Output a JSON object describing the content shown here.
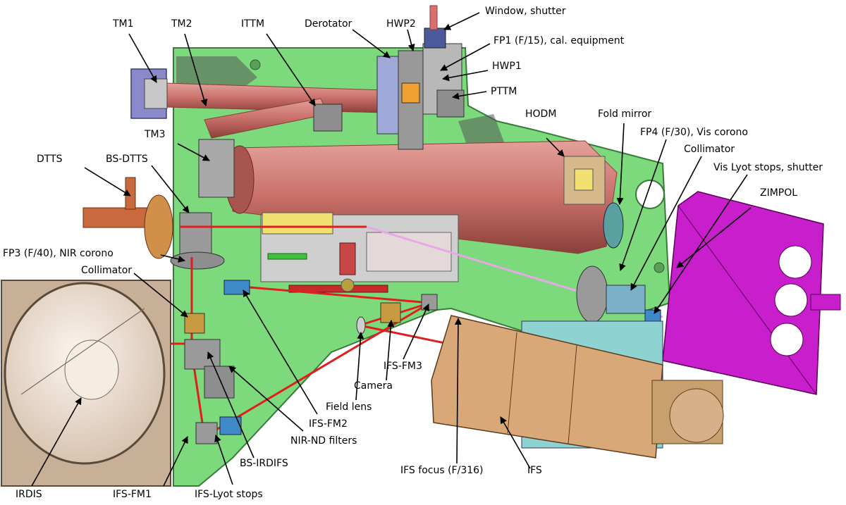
{
  "colors": {
    "bench": "#7cd97c",
    "bench_edge": "#3a7a3a",
    "beam_tube": "#c9706a",
    "beam_tube_dark": "#8a3f3a",
    "laser": "#e01e1e",
    "zimpol": "#c81ecb",
    "ifs_box": "#d8a878",
    "irdis_rim": "#b89a78",
    "irdis_dome": "#f2e6dc",
    "mount_blue": "#8a8acb",
    "mount_gray": "#8e8e8e",
    "mount_teal": "#8ed2d2",
    "mount_yellow": "#f0e070",
    "dtts_copper": "#c86a3e",
    "arrow": "#000000"
  },
  "labels": {
    "tm1": "TM1",
    "tm2": "TM2",
    "ittm": "ITTM",
    "derotator": "Derotator",
    "hwp2": "HWP2",
    "window_shutter": "Window, shutter",
    "fp1": "FP1 (F/15), cal. equipment",
    "hwp1": "HWP1",
    "pttm": "PTTM",
    "hodm": "HODM",
    "fold_mirror": "Fold mirror",
    "tm3": "TM3",
    "fp4": "FP4 (F/30), Vis corono",
    "collimator_right": "Collimator",
    "vis_lyot": "Vis Lyot stops, shutter",
    "dtts": "DTTS",
    "bs_dtts": "BS-DTTS",
    "zimpol": "ZIMPOL",
    "fp3": "FP3 (F/40), NIR corono",
    "collimator_left": "Collimator",
    "ifs_fm3": "IFS-FM3",
    "camera": "Camera",
    "field_lens": "Field lens",
    "ifs_fm2": "IFS-FM2",
    "nir_nd": "NIR-ND filters",
    "bs_irdifs": "BS-IRDIFS",
    "ifs_focus": "IFS focus (F/316)",
    "ifs": "IFS",
    "irdis": "IRDIS",
    "ifs_fm1": "IFS-FM1",
    "ifs_lyot": "IFS-Lyot stops"
  }
}
